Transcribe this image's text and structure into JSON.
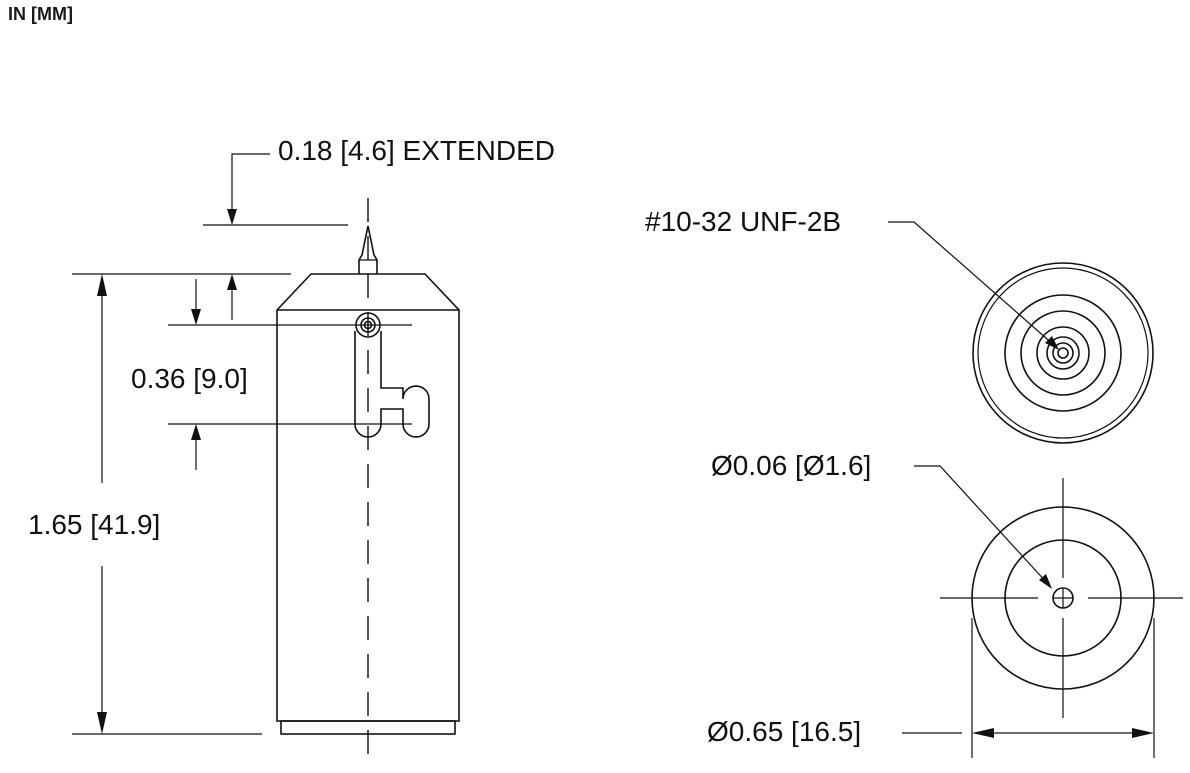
{
  "units_label": "IN [MM]",
  "dimensions": {
    "extended": "0.18 [4.6] EXTENDED",
    "thread": "#10-32 UNF-2B",
    "slot_offset": "0.36 [9.0]",
    "hole_diameter": "Ø0.06 [Ø1.6]",
    "length": "1.65 [41.9]",
    "outer_diameter": "Ø0.65 [16.5]"
  }
}
